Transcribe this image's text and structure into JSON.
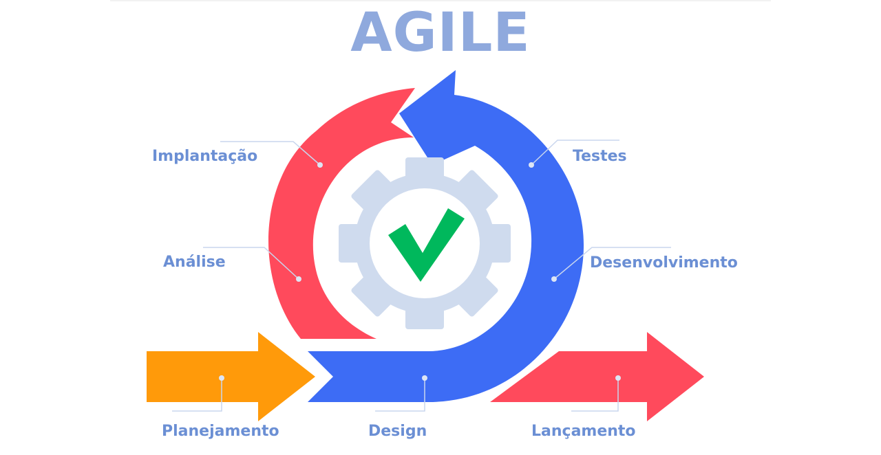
{
  "title": "AGILE",
  "colors": {
    "title": "#8fa9dd",
    "label": "#6b8fd4",
    "red": "#ff4a5c",
    "blue": "#3d6cf5",
    "orange": "#ff9a0a",
    "gear": "#cfdbee",
    "check": "#00b85c",
    "leader": "#c9d6ee"
  },
  "icons": {
    "center": "gear-icon",
    "mark": "checkmark-icon"
  },
  "stages": {
    "planejamento": "Planejamento",
    "analise": "Análise",
    "implantacao": "Implantação",
    "testes": "Testes",
    "desenvolvimento": "Desenvolvimento",
    "design": "Design",
    "lancamento": "Lançamento"
  }
}
